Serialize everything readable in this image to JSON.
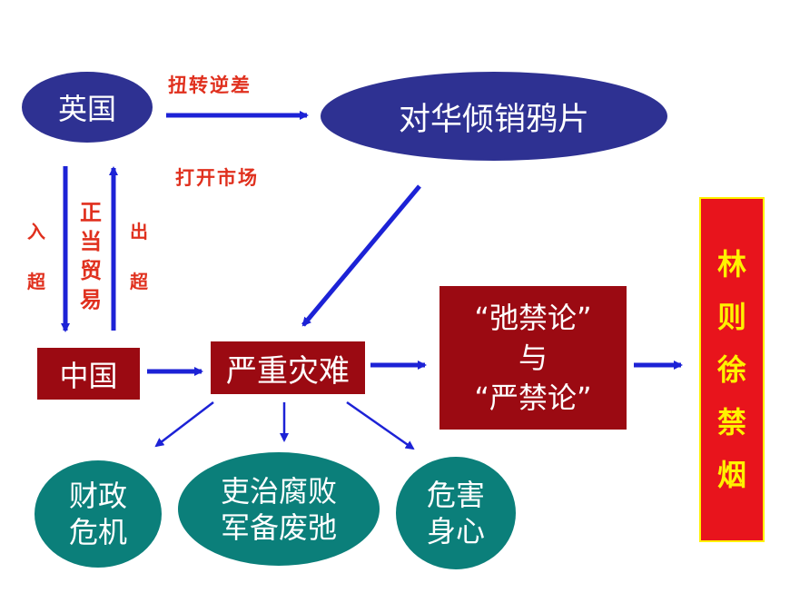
{
  "nodes": {
    "britain": "英国",
    "dump_opium": "对华倾销鸦片",
    "china": "中国",
    "disaster": "严重灾难",
    "debate_line1": "“弛禁论”",
    "debate_line2": "与",
    "debate_line3": "“严禁论”",
    "lin_zexu": [
      "林",
      "则",
      "徐",
      "禁",
      "烟"
    ],
    "fiscal_line1": "财政",
    "fiscal_line2": "危机",
    "corruption_line1": "吏治腐败",
    "corruption_line2": "军备废弛",
    "health_line1": "危害",
    "health_line2": "身心"
  },
  "labels": {
    "reverse_deficit": "扭转逆差",
    "open_market": "打开市场",
    "import_surplus": [
      "入",
      "超"
    ],
    "legit_trade": [
      "正",
      "当",
      "贸",
      "易"
    ],
    "export_surplus": [
      "出",
      "超"
    ]
  },
  "colors": {
    "navy": "#2e3192",
    "dark_red": "#9b0a12",
    "teal": "#0b7f7a",
    "bright_red": "#e8141c",
    "yellow": "#fff200",
    "arrow_blue": "#1c22d6",
    "label_red": "#e0301e"
  }
}
